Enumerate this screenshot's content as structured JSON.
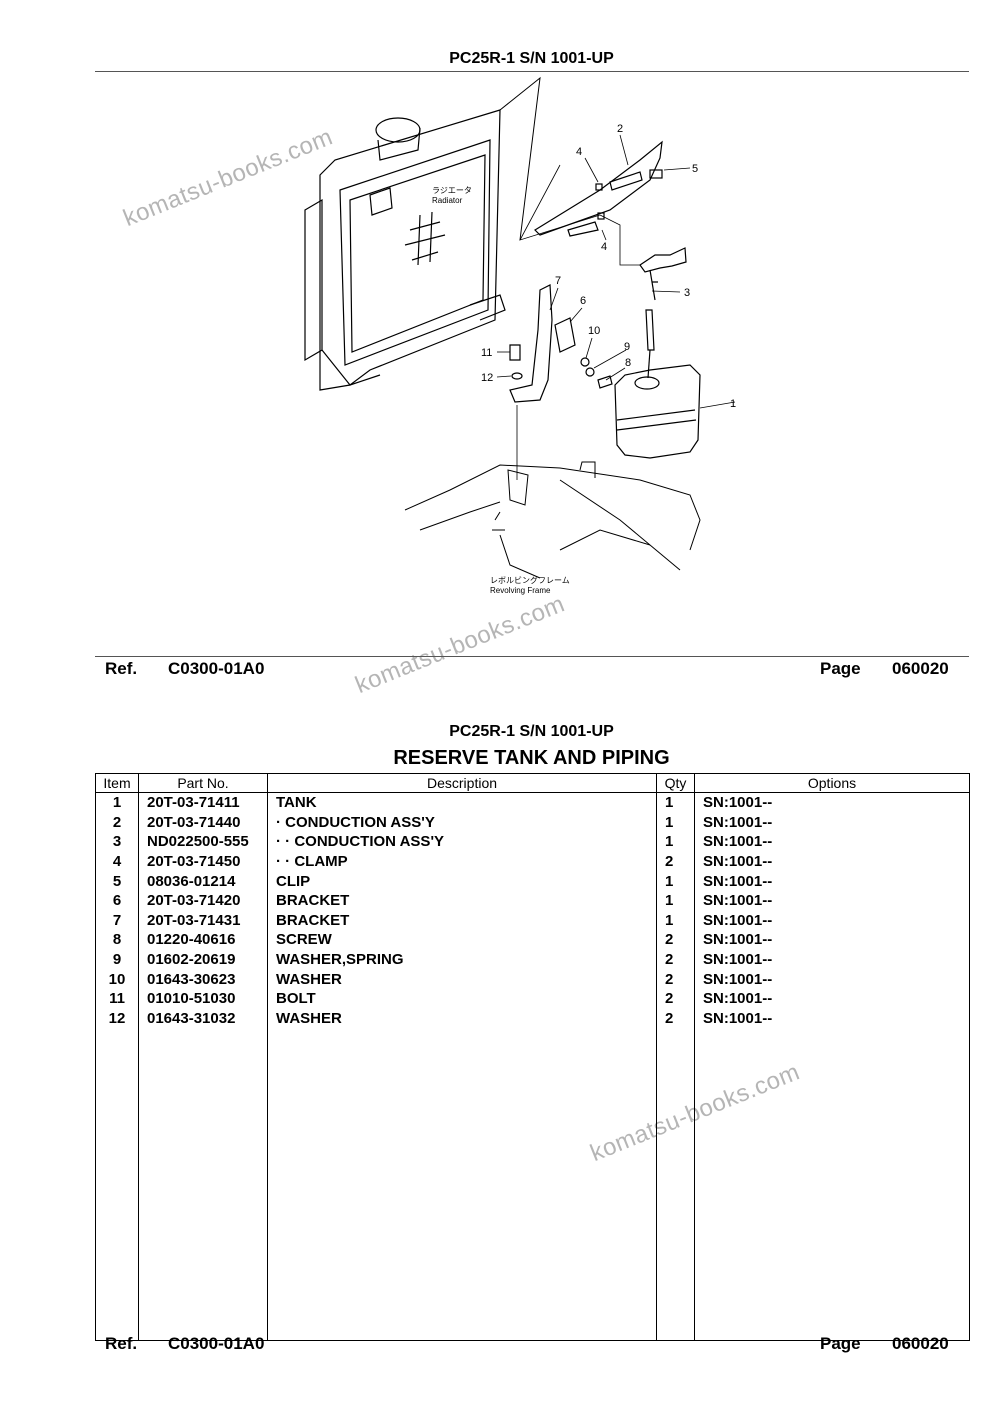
{
  "page_header": {
    "title": "PC25R-1 S/N 1001-UP"
  },
  "diagram": {
    "callouts": [
      "1",
      "2",
      "3",
      "4",
      "4",
      "5",
      "7",
      "6",
      "10",
      "9",
      "8",
      "11",
      "12"
    ],
    "radiator_label_jp": "ラジエータ",
    "radiator_label": "Radiator",
    "frame_label_jp": "レボルビングフレーム",
    "frame_label": "Revolving Frame"
  },
  "watermark": "komatsu-books.com",
  "footer_top": {
    "ref_label": "Ref.",
    "ref_code": "C0300-01A0",
    "page_label": "Page",
    "page_number": "060020"
  },
  "parts_list": {
    "header_title": "PC25R-1 S/N 1001-UP",
    "section_title": "RESERVE TANK AND PIPING",
    "columns": [
      "Item",
      "Part No.",
      "Description",
      "Qty",
      "Options"
    ],
    "rows": [
      {
        "item": "1",
        "part_no": "20T-03-71411",
        "description": "TANK",
        "qty": "1",
        "options": "SN:1001--"
      },
      {
        "item": "2",
        "part_no": "20T-03-71440",
        "description": "· CONDUCTION ASS'Y",
        "qty": "1",
        "options": "SN:1001--"
      },
      {
        "item": "3",
        "part_no": "ND022500-555",
        "description": "· · CONDUCTION ASS'Y",
        "qty": "1",
        "options": "SN:1001--"
      },
      {
        "item": "4",
        "part_no": "20T-03-71450",
        "description": "· · CLAMP",
        "qty": "2",
        "options": "SN:1001--"
      },
      {
        "item": "5",
        "part_no": "08036-01214",
        "description": "CLIP",
        "qty": "1",
        "options": "SN:1001--"
      },
      {
        "item": "6",
        "part_no": "20T-03-71420",
        "description": "BRACKET",
        "qty": "1",
        "options": "SN:1001--"
      },
      {
        "item": "7",
        "part_no": "20T-03-71431",
        "description": "BRACKET",
        "qty": "1",
        "options": "SN:1001--"
      },
      {
        "item": "8",
        "part_no": "01220-40616",
        "description": "SCREW",
        "qty": "2",
        "options": "SN:1001--"
      },
      {
        "item": "9",
        "part_no": "01602-20619",
        "description": "WASHER,SPRING",
        "qty": "2",
        "options": "SN:1001--"
      },
      {
        "item": "10",
        "part_no": "01643-30623",
        "description": "WASHER",
        "qty": "2",
        "options": "SN:1001--"
      },
      {
        "item": "11",
        "part_no": "01010-51030",
        "description": "BOLT",
        "qty": "2",
        "options": "SN:1001--"
      },
      {
        "item": "12",
        "part_no": "01643-31032",
        "description": "WASHER",
        "qty": "2",
        "options": "SN:1001--"
      }
    ]
  },
  "footer_bottom": {
    "ref_label": "Ref.",
    "ref_code": "C0300-01A0",
    "page_label": "Page",
    "page_number": "060020"
  }
}
